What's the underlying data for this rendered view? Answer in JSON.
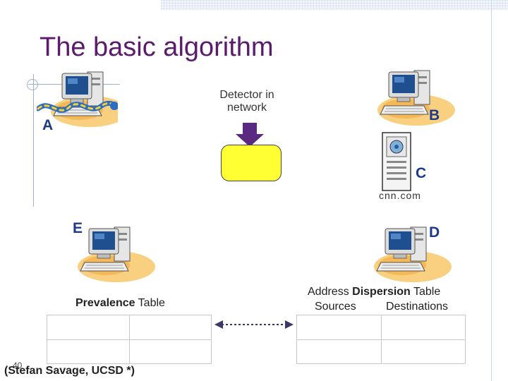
{
  "title": "The basic algorithm",
  "detector": {
    "label_line1": "Detector in",
    "label_line2": "network"
  },
  "nodes": {
    "a": "A",
    "b": "B",
    "c": "C",
    "d": "D",
    "e": "E"
  },
  "server_domain": "cnn.com",
  "prevalence_table": {
    "title_bold": "Prevalence",
    "title_rest": " Table"
  },
  "dispersion_table": {
    "title_pre": "Address ",
    "title_bold": "Dispersion",
    "title_rest": " Table",
    "col_sources": "Sources",
    "col_destinations": "Destinations"
  },
  "citation": "(Stefan Savage, UCSD *)",
  "slide_number": "40",
  "colors": {
    "title": "#5b1a6b",
    "node_label": "#1d3a8a",
    "detector_fill": "#ffff33",
    "arrow": "#5a2a82"
  },
  "icons": [
    "computer-icon",
    "worm-icon",
    "server-icon",
    "arrow-down-icon",
    "double-arrow-icon"
  ]
}
